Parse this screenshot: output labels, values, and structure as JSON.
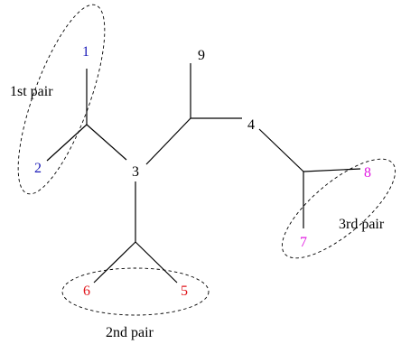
{
  "diagram": {
    "atoms": [
      {
        "id": "1",
        "label": "1",
        "color": "#1a1ab8"
      },
      {
        "id": "2",
        "label": "2",
        "color": "#1a1ab8"
      },
      {
        "id": "3",
        "label": "3",
        "color": "#000000"
      },
      {
        "id": "4",
        "label": "4",
        "color": "#000000"
      },
      {
        "id": "5",
        "label": "5",
        "color": "#e0151b"
      },
      {
        "id": "6",
        "label": "6",
        "color": "#e0151b"
      },
      {
        "id": "7",
        "label": "7",
        "color": "#e11ae1"
      },
      {
        "id": "8",
        "label": "8",
        "color": "#e11ae1"
      },
      {
        "id": "9",
        "label": "9",
        "color": "#000000"
      }
    ],
    "groups": [
      {
        "id": "pair1",
        "label": "1st pair"
      },
      {
        "id": "pair2",
        "label": "2nd pair"
      },
      {
        "id": "pair3",
        "label": "3rd pair"
      }
    ]
  }
}
